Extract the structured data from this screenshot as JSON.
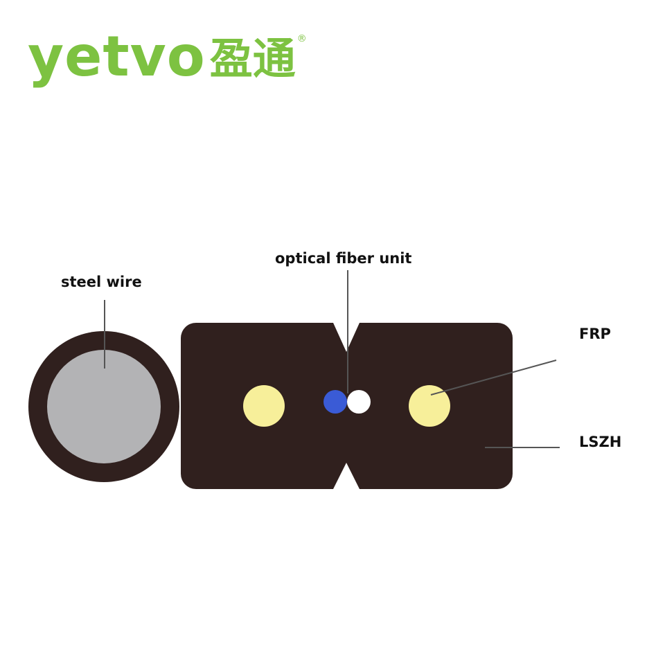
{
  "brand": {
    "name_latin": "yetvo",
    "name_cjk": "盈通",
    "registered_mark": "®",
    "color": "#7dc241"
  },
  "diagram": {
    "labels": {
      "steel_wire": "steel wire",
      "optical_fiber_unit": "optical fiber unit",
      "frp": "FRP",
      "lszh": "LSZH"
    },
    "colors": {
      "sheath": "#30201e",
      "steel_wire_core": "#b3b3b5",
      "frp": "#f7ef9a",
      "fiber_blue": "#3a5bd6",
      "fiber_white": "#ffffff",
      "leader": "#555555"
    }
  }
}
